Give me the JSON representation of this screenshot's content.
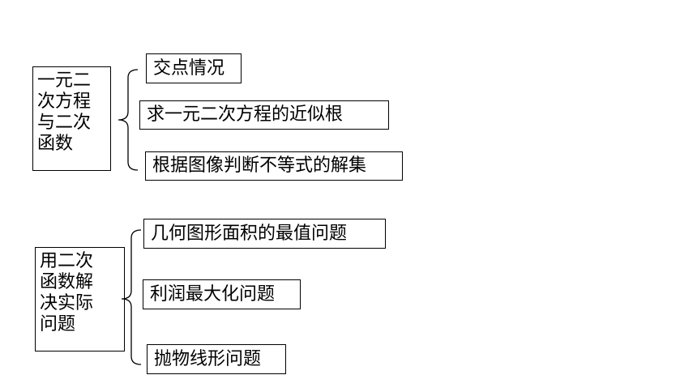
{
  "groups": [
    {
      "root": [
        "一元二",
        "次方程",
        "与二次",
        "函数"
      ],
      "items": [
        "交点情况",
        "求一元二次方程的近似根",
        "根据图像判断不等式的解集"
      ]
    },
    {
      "root": [
        "用二次",
        "函数解",
        "决实际",
        "问题"
      ],
      "items": [
        "几何图形面积的最值问题",
        "利润最大化问题",
        "抛物线形问题"
      ]
    }
  ]
}
